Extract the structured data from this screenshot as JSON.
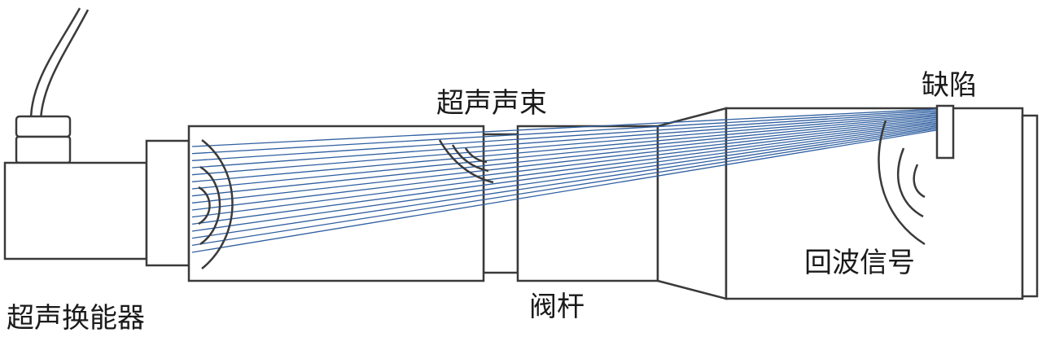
{
  "labels": {
    "transducer": "超声换能器",
    "beam": "超声声束",
    "valve_stem": "阀杆",
    "defect": "缺陷",
    "echo": "回波信号"
  },
  "colors": {
    "outline": "#3a3a3a",
    "beam": "#2f5fa0",
    "text": "#1a1a1a"
  }
}
